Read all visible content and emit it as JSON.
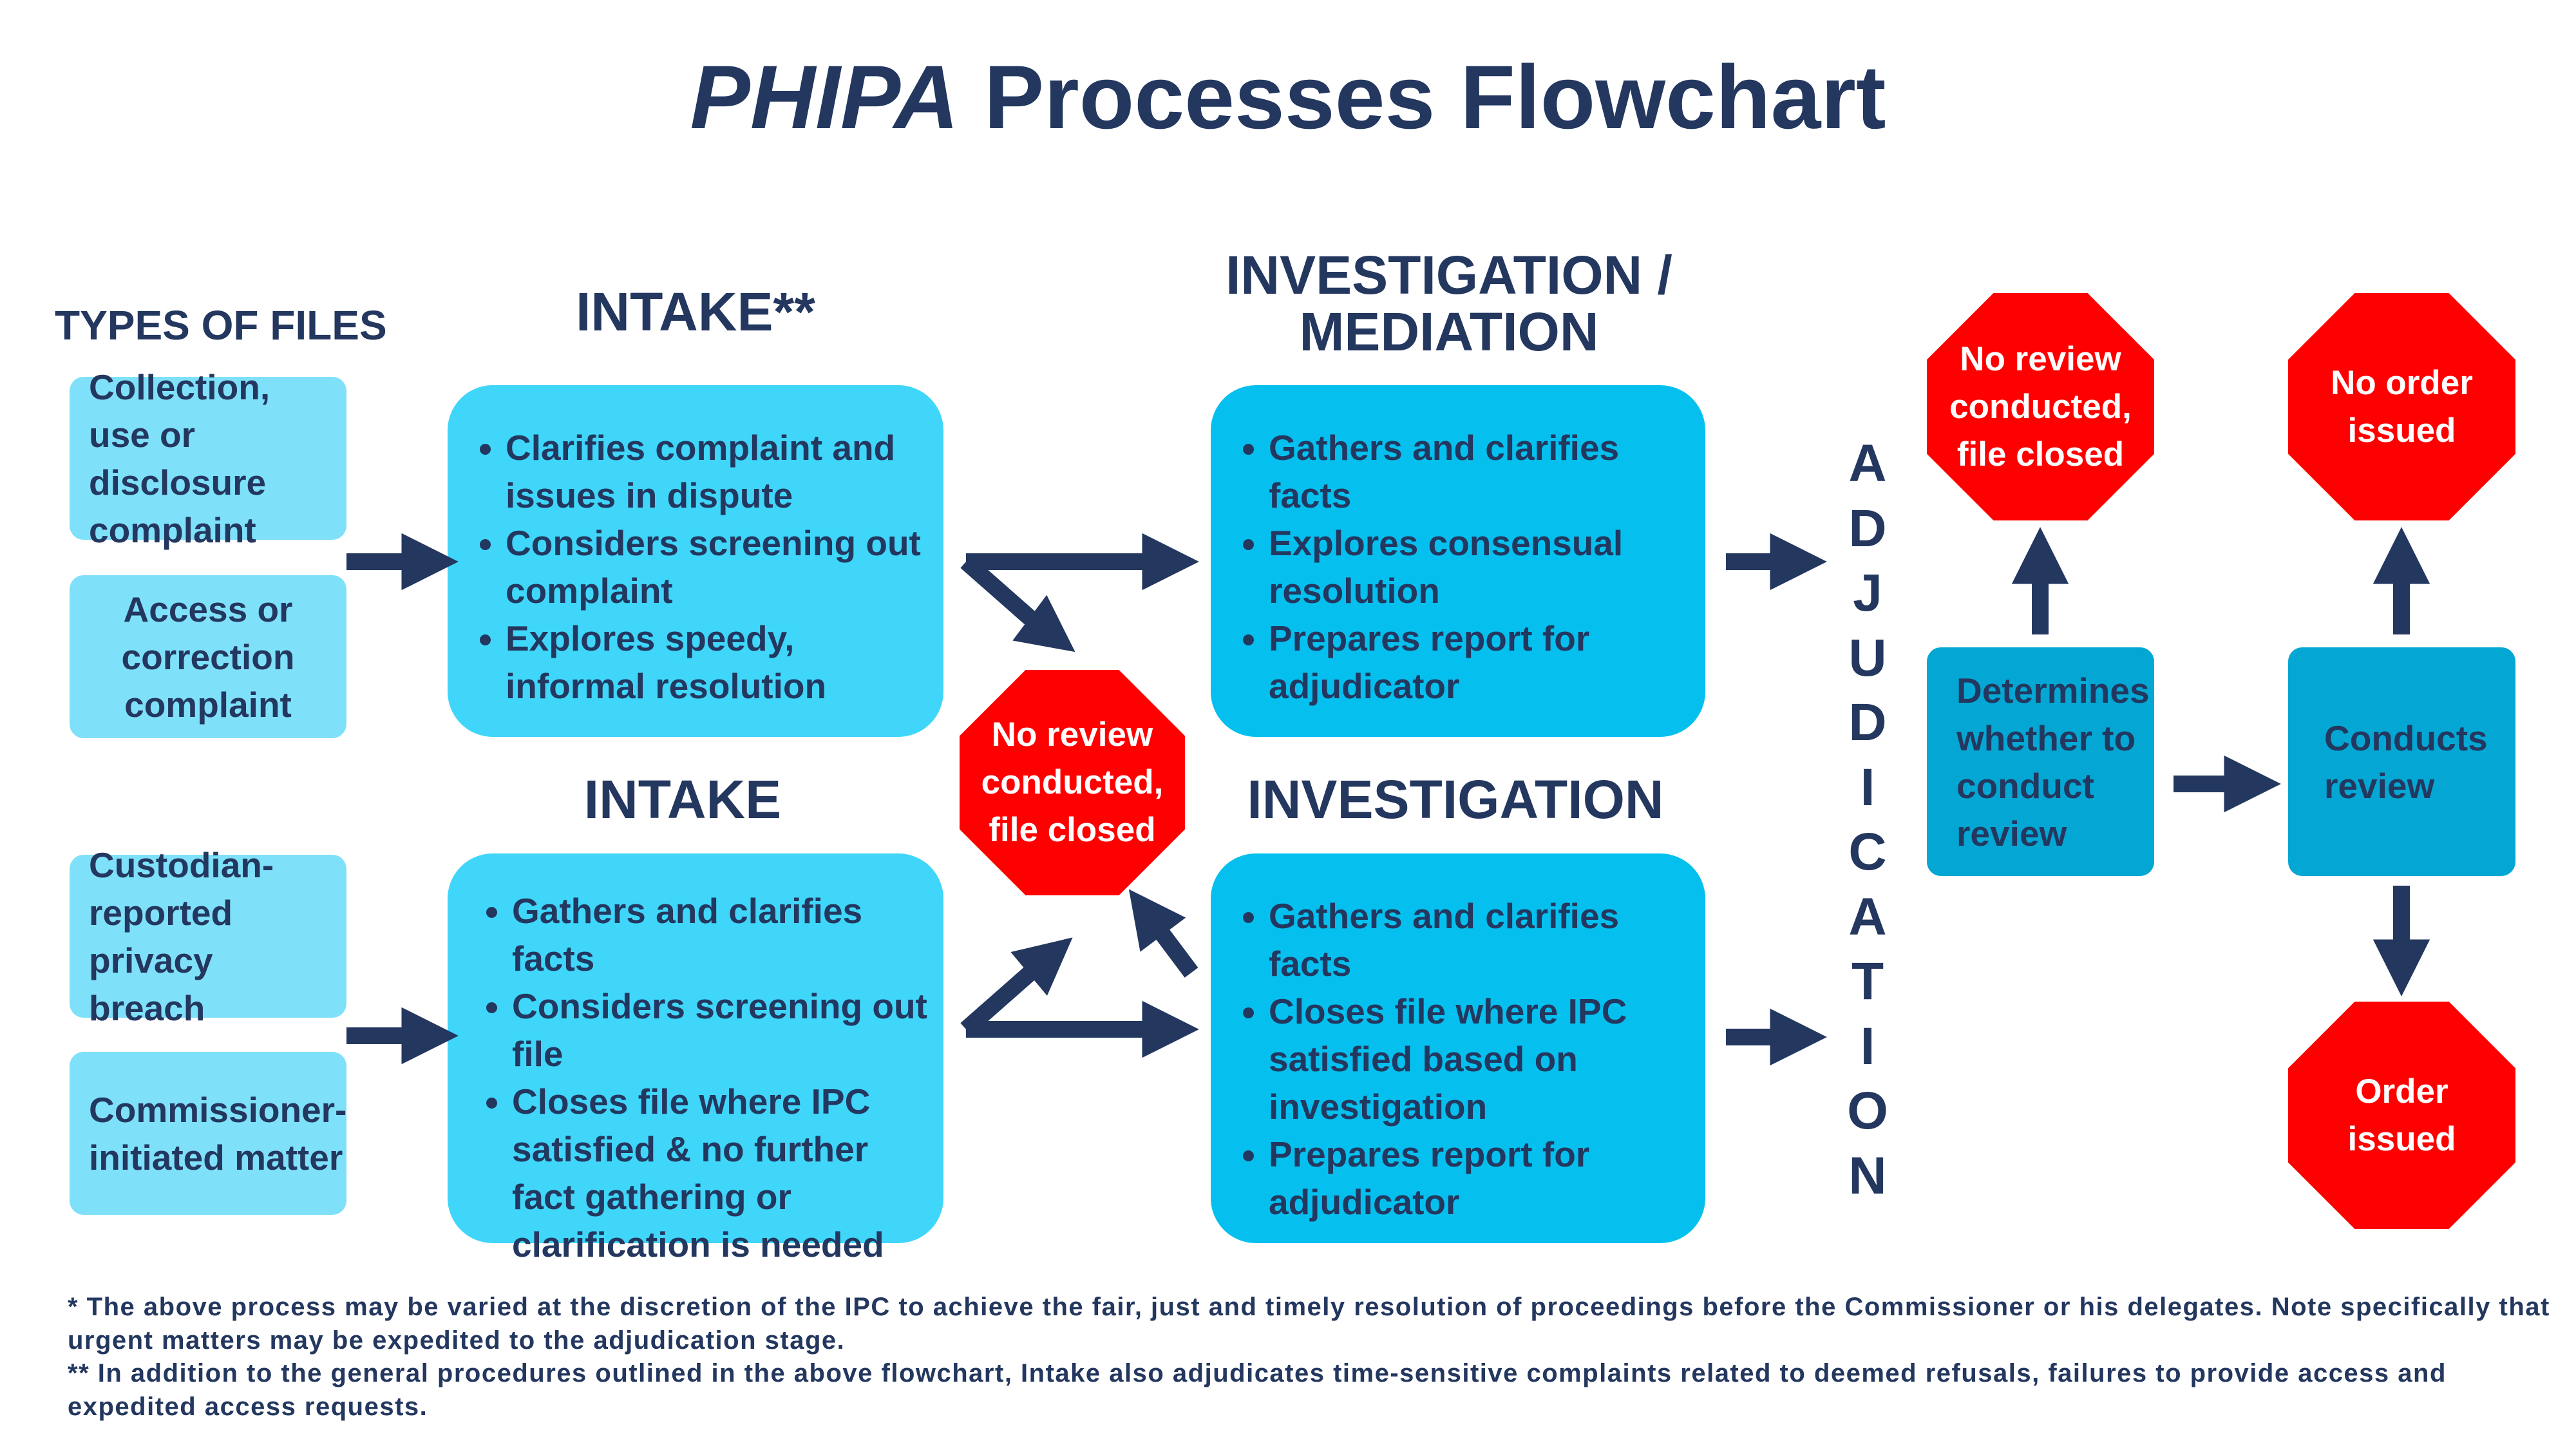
{
  "title": {
    "italic": "PHIPA",
    "rest": " Processes Flowchart"
  },
  "types_heading": "TYPES OF FILES",
  "types": [
    "Collection, use or disclosure complaint",
    "Access or correction complaint",
    "Custodian-reported privacy breach",
    "Commissioner-initiated matter"
  ],
  "intake_top": {
    "heading": "INTAKE**",
    "bullets": [
      "Clarifies complaint and issues in dispute",
      "Considers screening  out complaint",
      "Explores speedy, informal resolution"
    ]
  },
  "intake_bottom": {
    "heading": "INTAKE",
    "bullets": [
      "Gathers and clarifies facts",
      "Considers screening out file",
      "Closes file where IPC satisfied & no further fact gathering or clarification is needed"
    ]
  },
  "stop_center": "No review\nconducted,\nfile closed",
  "inv_top": {
    "heading": "INVESTIGATION /\nMEDIATION",
    "bullets": [
      "Gathers and clarifies facts",
      "Explores consensual resolution",
      "Prepares report for adjudicator"
    ]
  },
  "inv_bottom": {
    "heading": "INVESTIGATION",
    "bullets": [
      "Gathers and clarifies facts",
      "Closes file where IPC satisfied based on investigation",
      "Prepares report for adjudicator"
    ]
  },
  "adjudication": "A\nD\nJ\nU\nD\nI\nC\nA\nT\nI\nO\nN",
  "adj_determine": "Determines whether to conduct review",
  "adj_conduct": "Conducts review",
  "stop_no_review": "No review\nconducted,\nfile closed",
  "stop_no_order": "No order\nissued",
  "stop_order": "Order\nissued",
  "footnotes": [
    "* The above process may be varied at the discretion of the IPC to achieve the fair, just and timely resolution of proceedings before the Commissioner or his delegates. Note specifically that urgent matters may be expedited to the adjudication stage.",
    "** In addition to the general procedures outlined in the above flowchart, Intake also adjudicates time-sensitive complaints related to deemed refusals, failures to provide access and expedited access requests."
  ],
  "colors": {
    "navy": "#23375f",
    "type_box": "#7fe0f9",
    "intake_box": "#3fd6fa",
    "investigation_box": "#05c0ee",
    "adjudication_box": "#04a7d3",
    "stop_sign": "#ff0000"
  }
}
